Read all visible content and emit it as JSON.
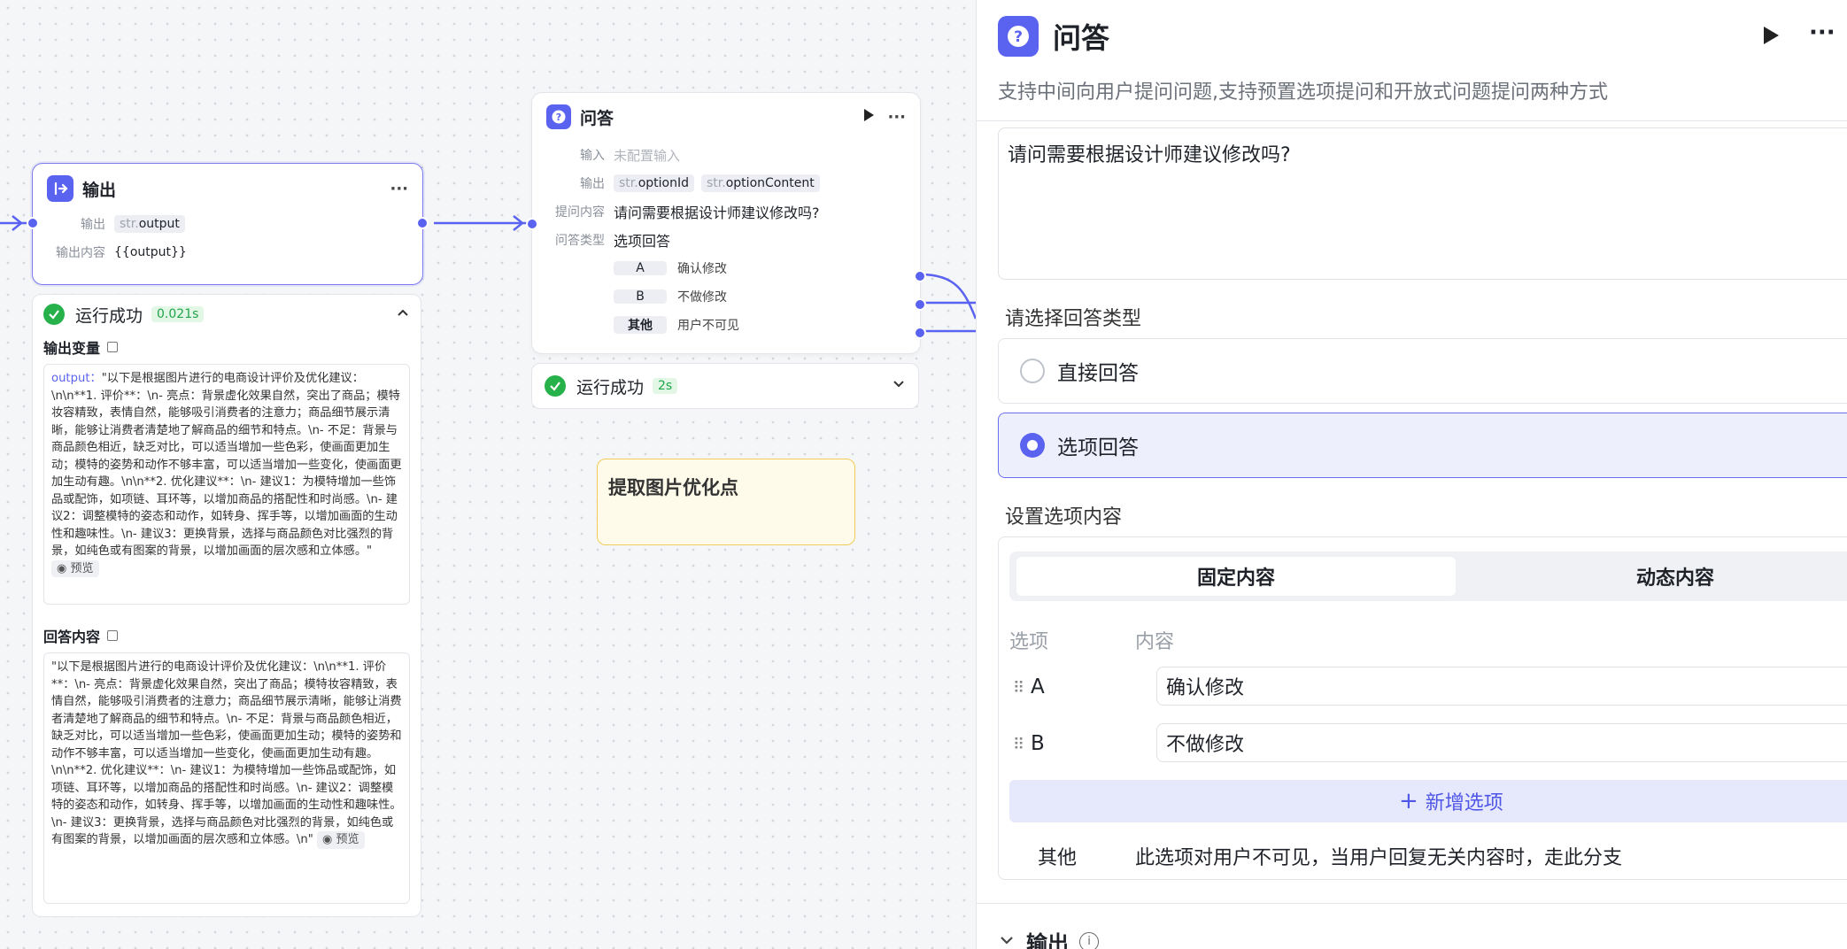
{
  "output_node": {
    "title": "输出",
    "more": "···",
    "output_label": "输出",
    "output_type": "str.",
    "output_name": "output",
    "content_label": "输出内容",
    "content_value": "{{output}}"
  },
  "output_status": {
    "text": "运行成功",
    "time": "0.021s",
    "vars_title": "输出变量",
    "var_key": "output",
    "var_sep": "：",
    "var_text": "\"以下是根据图片进行的电商设计评价及优化建议：\\n\\n**1. 评价**：\\n- 亮点：背景虚化效果自然，突出了商品；模特妆容精致，表情自然，能够吸引消费者的注意力；商品细节展示清晰，能够让消费者清楚地了解商品的细节和特点。\\n- 不足：背景与商品颜色相近，缺乏对比，可以适当增加一些色彩，使画面更加生动；模特的姿势和动作不够丰富，可以适当增加一些变化，使画面更加生动有趣。\\n\\n**2. 优化建议**：\\n- 建议1：为模特增加一些饰品或配饰，如项链、耳环等，以增加商品的搭配性和时尚感。\\n- 建议2：调整模特的姿态和动作，如转身、挥手等，以增加画面的生动性和趣味性。\\n- 建议3：更换背景，选择与商品颜色对比强烈的背景，如纯色或有图案的背景，以增加画面的层次感和立体感。\"",
    "preview": "预览",
    "answer_title": "回答内容",
    "answer_text": "\"以下是根据图片进行的电商设计评价及优化建议：\\n\\n**1. 评价**：\\n- 亮点：背景虚化效果自然，突出了商品；模特妆容精致，表情自然，能够吸引消费者的注意力；商品细节展示清晰，能够让消费者清楚地了解商品的细节和特点。\\n- 不足：背景与商品颜色相近，缺乏对比，可以适当增加一些色彩，使画面更加生动；模特的姿势和动作不够丰富，可以适当增加一些变化，使画面更加生动有趣。\\n\\n**2. 优化建议**：\\n- 建议1：为模特增加一些饰品或配饰，如项链、耳环等，以增加商品的搭配性和时尚感。\\n- 建议2：调整模特的姿态和动作，如转身、挥手等，以增加画面的生动性和趣味性。\\n- 建议3：更换背景，选择与商品颜色对比强烈的背景，如纯色或有图案的背景，以增加画面的层次感和立体感。\\n\"",
    "preview2": "预览"
  },
  "qa_node": {
    "title": "问答",
    "more": "···",
    "input_label": "输入",
    "input_value": "未配置输入",
    "output_label": "输出",
    "out1_type": "str.",
    "out1_name": "optionId",
    "out2_type": "str.",
    "out2_name": "optionContent",
    "question_label": "提问内容",
    "question_value": "请问需要根据设计师建议修改吗?",
    "type_label": "问答类型",
    "type_value": "选项回答",
    "options": [
      {
        "key": "A",
        "text": "确认修改"
      },
      {
        "key": "B",
        "text": "不做修改"
      },
      {
        "key": "其他",
        "text": "用户不可见"
      }
    ]
  },
  "qa_status": {
    "text": "运行成功",
    "time": "2s"
  },
  "note": {
    "text": "提取图片优化点"
  },
  "panel": {
    "title": "问答",
    "description": "支持中间向用户提问问题,支持预置选项提问和开放式问题提问两种方式",
    "question_text": "请问需要根据设计师建议修改吗?",
    "answer_type_label": "请选择回答类型",
    "answer_types": [
      {
        "label": "直接回答",
        "selected": false
      },
      {
        "label": "选项回答",
        "selected": true
      }
    ],
    "options_label": "设置选项内容",
    "tabs": [
      "固定内容",
      "动态内容"
    ],
    "col_option": "选项",
    "col_content": "内容",
    "options": [
      {
        "key": "A",
        "value": "确认修改"
      },
      {
        "key": "B",
        "value": "不做修改"
      }
    ],
    "add_option": "新增选项",
    "other_key": "其他",
    "other_desc": "此选项对用户不可见，当用户回复无关内容时，走此分支",
    "output_section": "输出"
  },
  "colors": {
    "accent": "#5a62f0",
    "success": "#27b14b",
    "note_bg": "#fffbea",
    "note_border": "#f2cc5a"
  }
}
